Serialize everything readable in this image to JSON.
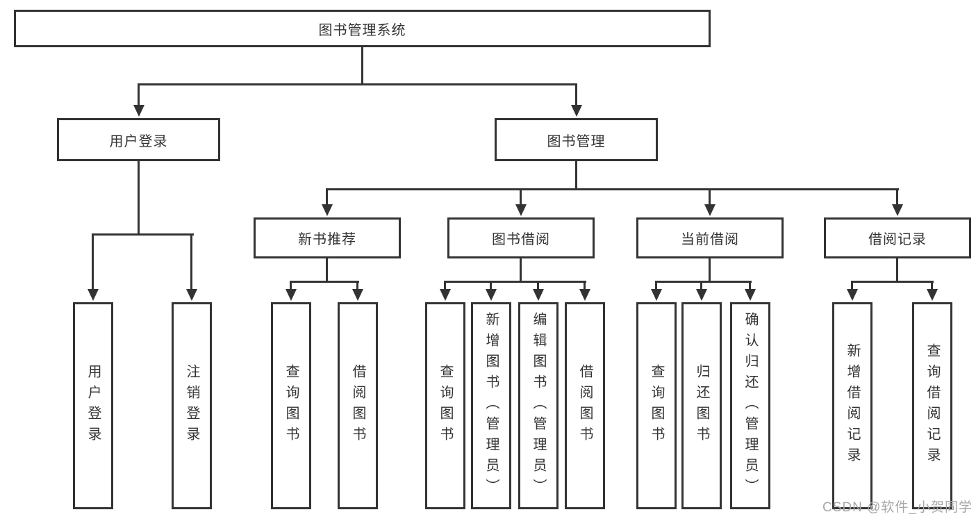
{
  "diagram": {
    "title_node": "图书管理系统",
    "level2": [
      "用户登录",
      "图书管理"
    ],
    "level3": [
      "新书推荐",
      "图书借阅",
      "当前借阅",
      "借阅记录"
    ],
    "leaves": {
      "user_login": [
        "用户登录",
        "注销登录"
      ],
      "new_book": [
        "查询图书",
        "借阅图书"
      ],
      "book_borrow": [
        "查询图书",
        "新增图书（管理员）",
        "编辑图书（管理员）",
        "借阅图书"
      ],
      "current_borrow": [
        "查询图书",
        "归还图书",
        "确认归还（管理员）"
      ],
      "borrow_records": [
        "新增借阅记录",
        "查询借阅记录"
      ]
    }
  },
  "watermark": {
    "text": "CSDN @软件_小贺同学"
  },
  "colors": {
    "line": "#333333",
    "text": "#333333",
    "background": "#ffffff",
    "watermark": "#a8a8a8"
  }
}
